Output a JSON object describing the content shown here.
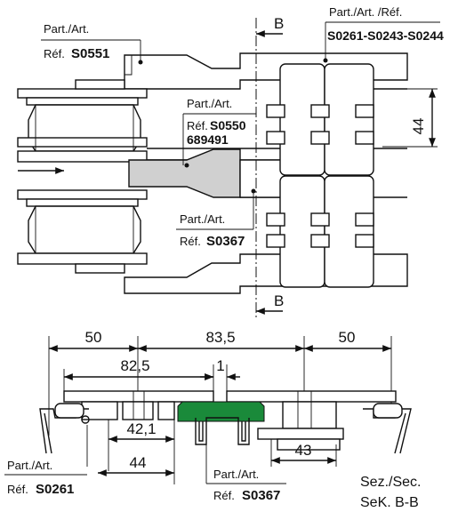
{
  "colors": {
    "line": "#111111",
    "highlight_part": "#d0d0d0",
    "guide_green": "#1a8a3a"
  },
  "labels": {
    "s0551": {
      "part": "Part./Art.",
      "ref": "Réf.",
      "code": "S0551"
    },
    "s0261_top": {
      "part": "Part./Art. /Réf.",
      "code": "S0261-S0243-S0244"
    },
    "s0550": {
      "part": "Part./Art.",
      "ref": "Réf.",
      "code": "S0550",
      "code2": "689491"
    },
    "s0367_top": {
      "part": "Part./Art.",
      "ref": "Réf.",
      "code": "S0367"
    },
    "s0261_bottom": {
      "part": "Part./Art.",
      "ref": "Réf.",
      "code": "S0261"
    },
    "s0367_bottom": {
      "part": "Part./Art.",
      "ref": "Réf.",
      "code": "S0367"
    }
  },
  "section_marks": {
    "top": "B",
    "bottom": "B"
  },
  "dimensions": {
    "d44_vertical": "44",
    "d50_left": "50",
    "d83_5": "83,5",
    "d50_right": "50",
    "d82_5": "82,5",
    "d1": "1",
    "d42_1": "42,1",
    "d44_bottom": "44",
    "d43": "43"
  },
  "section_title": {
    "line1": "Sez./Sec.",
    "line2": "SeK. B-B"
  }
}
